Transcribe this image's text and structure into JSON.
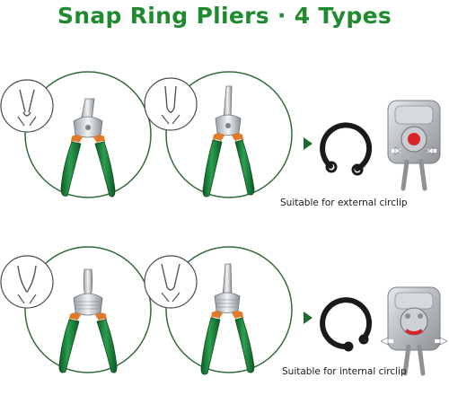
{
  "title": "Snap Ring Pliers · 4 Types",
  "colors": {
    "title_green": "#1f8a2e",
    "circle_green": "#2e6b38",
    "handle_green": "#1d7a3c",
    "handle_dark": "#145a2a",
    "accent_orange": "#e07a2a",
    "steel": "#c8ccd0"
  },
  "rows": [
    {
      "caption": "Suitable for external circlip"
    },
    {
      "caption": "Suitable for internal circlip"
    }
  ]
}
